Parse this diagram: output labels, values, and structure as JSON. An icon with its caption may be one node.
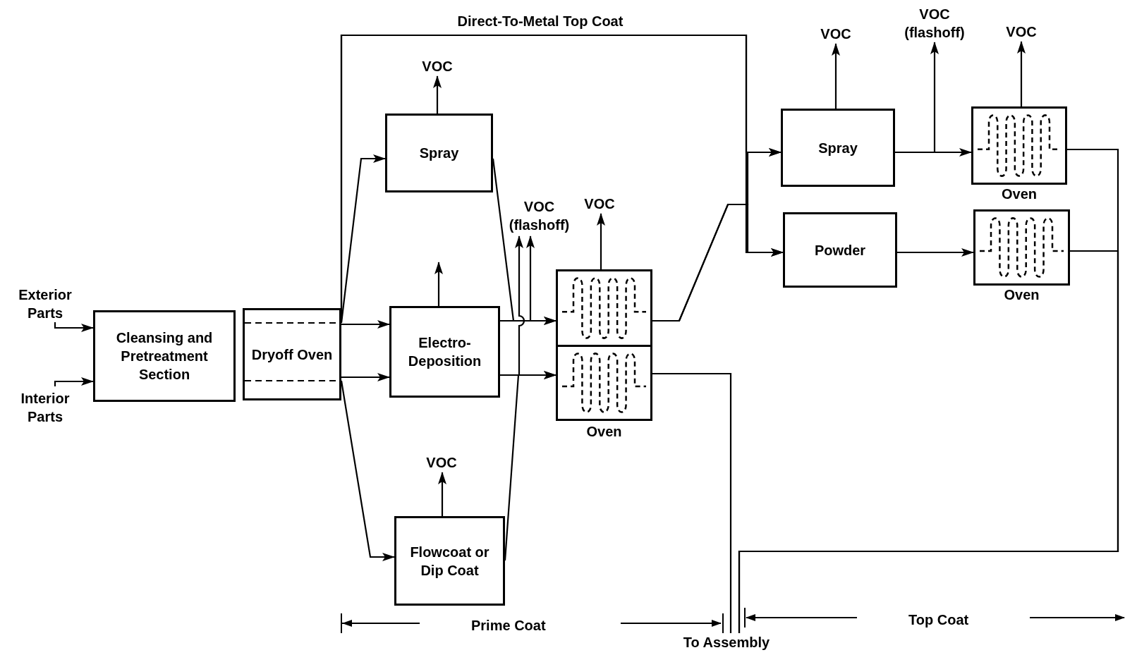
{
  "diagram": {
    "nodes": [
      {
        "text": [
          "Exterior Parts"
        ]
      },
      {
        "text": [
          "Interior Parts"
        ]
      },
      {
        "text": [
          "Cleansing and Pretreatment Section"
        ]
      },
      {
        "text": [
          "Dryoff Oven"
        ]
      },
      {
        "text": [
          "VOC"
        ]
      },
      {
        "text": [
          "Spray"
        ]
      },
      {
        "text": [
          "Electro-Deposition"
        ]
      },
      {
        "text": [
          "VOC (flashoff)"
        ]
      },
      {
        "text": [
          "VOC"
        ]
      },
      {
        "text": [
          "Oven"
        ]
      },
      {
        "text": [],
        "shape": "box",
        "in": 9
      },
      {
        "text": [],
        "shape": "box",
        "in": 9
      },
      {
        "text": [
          "VOC"
        ]
      },
      {
        "text": [
          "Flowcoat or Dip Coat"
        ]
      },
      {
        "text": [
          "VOC"
        ]
      },
      {
        "text": [
          "VOC (flashoff)"
        ]
      },
      {
        "text": [
          "VOC"
        ]
      },
      {
        "text": [
          "Spray"
        ]
      },
      {
        "text": [
          "Oven"
        ]
      },
      {
        "text": [
          "Powder"
        ]
      },
      {
        "text": [
          "Oven"
        ]
      },
      {
        "text": [
          "To Assembly"
        ]
      }
    ],
    "edges": [
      {
        "from": 0,
        "to": 2,
        "arrow": "to"
      },
      {
        "from": 1,
        "to": 2,
        "arrow": "to"
      },
      {
        "from": 3,
        "to": 5,
        "arrow": "to"
      },
      {
        "from": 3,
        "to": 6,
        "arrow": "to"
      },
      {
        "from": 3,
        "to": 6,
        "arrow": "to"
      },
      {
        "from": 3,
        "to": 13,
        "arrow": "to"
      },
      {
        "from": 5,
        "to": 4,
        "arrow": "to"
      },
      {
        "from": 6,
        "to": null,
        "arrow": "to"
      },
      {
        "from": 13,
        "to": 12,
        "arrow": "to"
      },
      {
        "from": 5,
        "to": 10,
        "arrow": "to"
      },
      {
        "from": 6,
        "to": 10,
        "arrow": "to"
      },
      {
        "from": 6,
        "to": 11,
        "arrow": "to"
      },
      {
        "from": 13,
        "to": 11,
        "arrow": "to"
      },
      {
        "from": null,
        "to": 7,
        "arrow": "to"
      },
      {
        "from": null,
        "to": 7,
        "arrow": "to"
      },
      {
        "from": 9,
        "to": 8,
        "arrow": "to"
      },
      {
        "from": 10,
        "to": 17,
        "arrow": "to"
      },
      {
        "from": 10,
        "to": 19,
        "arrow": "to"
      },
      {
        "from": 3,
        "to": 17,
        "arrow": "to",
        "label": "Direct-To-Metal Top Coat"
      },
      {
        "from": 3,
        "to": 19,
        "arrow": "to"
      },
      {
        "from": 17,
        "to": 14,
        "arrow": "to"
      },
      {
        "from": null,
        "to": 15,
        "arrow": "to"
      },
      {
        "from": 17,
        "to": 18,
        "arrow": "to"
      },
      {
        "from": 18,
        "to": 16,
        "arrow": "to"
      },
      {
        "from": 19,
        "to": 20,
        "arrow": "to"
      },
      {
        "from": 11,
        "to": 21,
        "arrow": "none"
      },
      {
        "from": 18,
        "to": 21,
        "arrow": "none"
      },
      {
        "from": 20,
        "to": 21,
        "arrow": "none"
      }
    ],
    "labels": [
      "Prime Coat",
      "Top Coat"
    ]
  }
}
